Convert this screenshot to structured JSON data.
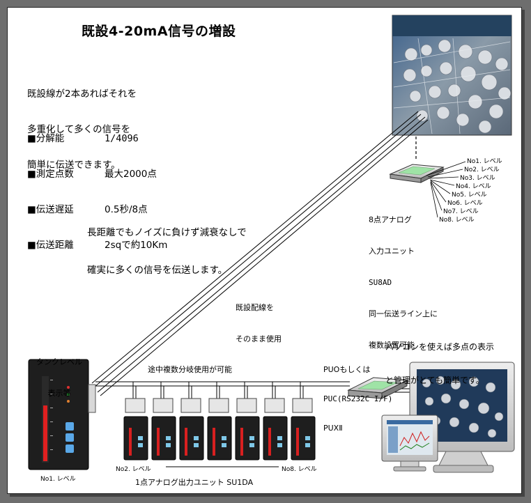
{
  "title": "既設4-20mA信号の増設",
  "intro": [
    "既設線が2本あればそれを",
    "多重化して多くの信号を",
    "簡単に伝送できます。"
  ],
  "specs": [
    {
      "label": "■分解能",
      "value": "1/4096"
    },
    {
      "label": "■測定点数",
      "value": "最大2000点"
    },
    {
      "label": "■伝送遅延",
      "value": "0.5秒/8点"
    },
    {
      "label": "■伝送距離",
      "value": "2sqで約10Km"
    }
  ],
  "long_distance": [
    "長距離でもノイズに負けず減衰なしで",
    "確実に多くの信号を伝送します。"
  ],
  "existing_wiring": [
    "既設配線を",
    "そのまま使用"
  ],
  "analog_input_unit": [
    "8点アナログ",
    "入力ユニット",
    "SU8AD",
    "同一伝送ライン上に",
    "複数設置可能"
  ],
  "level_labels": [
    "No1. レベル",
    "No2. レベル",
    "No3. レベル",
    "No4. レベル",
    "No5. レベル",
    "No6. レベル",
    "No7. レベル",
    "No8. レベル"
  ],
  "tank_display": [
    "タンクレベル",
    "表示等"
  ],
  "branch_note": "途中複数分岐使用が可能",
  "pc_note": [
    "パソコンを使えば多点の表示",
    "と管理がとても簡単です。"
  ],
  "pu_unit": [
    "PUOもしくは",
    "PUC(RS232C I/F)",
    "PUXⅡ"
  ],
  "bottom_left_label": "No1. レベル",
  "no2_label": "No2. レベル",
  "no8_label": "No8. レベル",
  "output_unit_label": "1点アナログ出力ユニット SU1DA"
}
